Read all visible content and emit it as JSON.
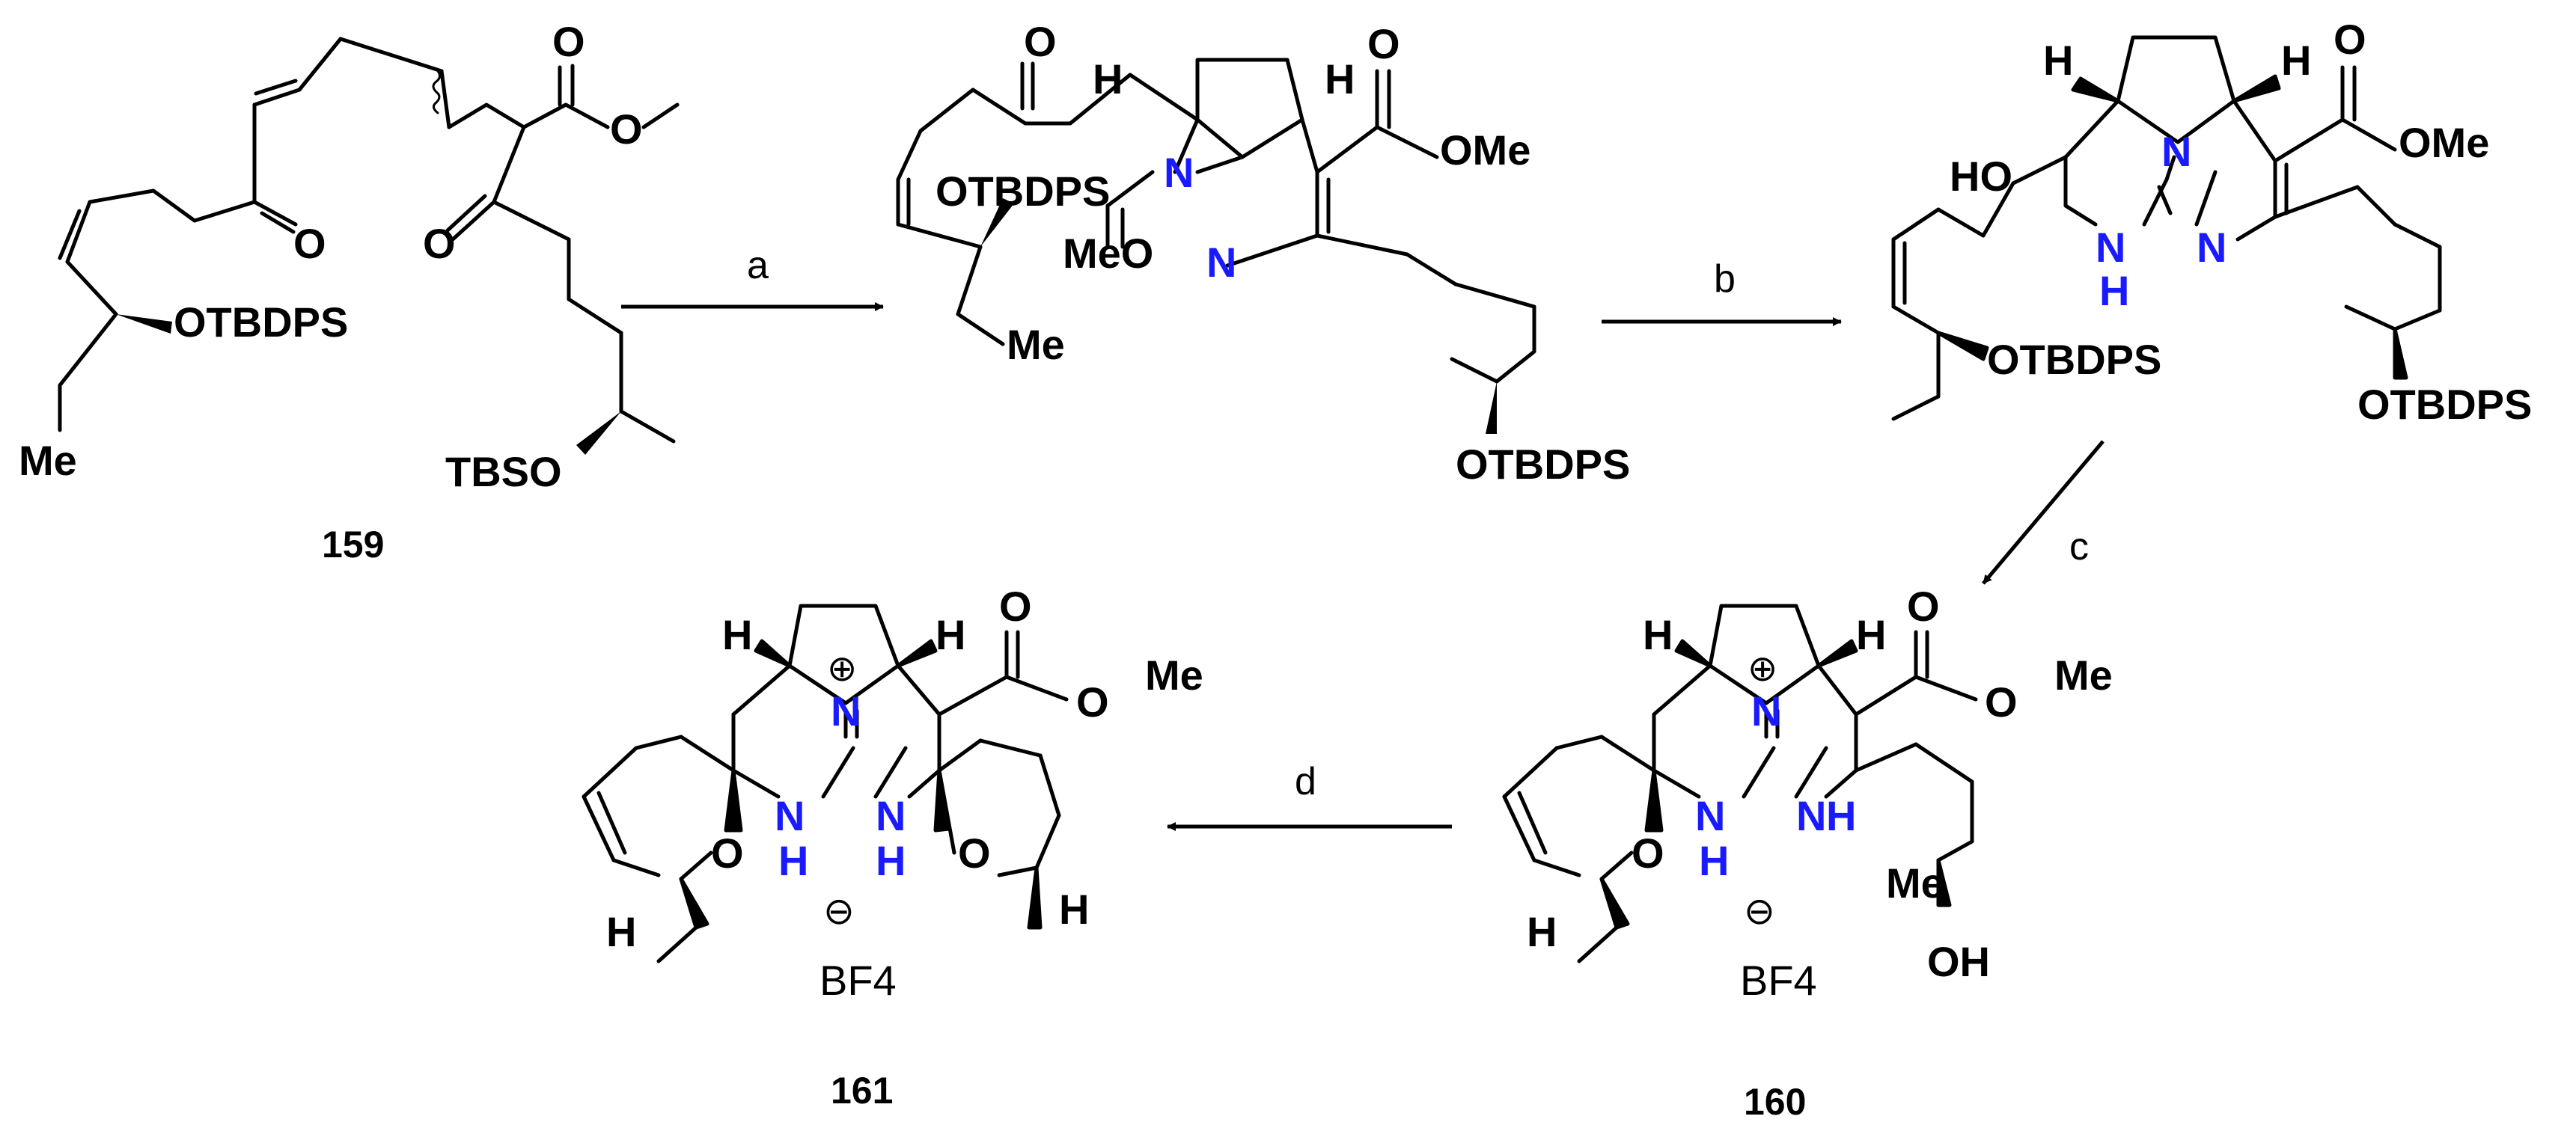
{
  "compounds": {
    "c159": {
      "number": "159",
      "labels": {
        "o_ester_carbonyl": "O",
        "o_ester_ether": "O",
        "o_enone": "O",
        "o_ketone": "O",
        "otbdps": "OTBDPS",
        "tbso": "TBSO",
        "me": "Me"
      }
    },
    "intA": {
      "labels": {
        "o_ketone": "O",
        "h_left": "H",
        "h_right": "H",
        "n_ring": "N",
        "o_ester": "O",
        "ome_ester": "OMe",
        "otbdps_top": "OTBDPS",
        "meo": "MeO",
        "n_imine": "N",
        "me": "Me",
        "otbdps_bottom": "OTBDPS"
      }
    },
    "intB": {
      "labels": {
        "h_left": "H",
        "h_right": "H",
        "n_ring": "N",
        "o_ester": "O",
        "ome_ester": "OMe",
        "ho": "HO",
        "nh_n": "N",
        "nh_h": "H",
        "n_imine": "N",
        "otbdps_left": "OTBDPS",
        "otbdps_right": "OTBDPS"
      }
    },
    "c160": {
      "number": "160",
      "labels": {
        "h_left": "H",
        "h_right": "H",
        "plus": "⊕",
        "n_ring": "N",
        "o_carbonyl": "O",
        "o_ether": "O",
        "me_ester": "Me",
        "nh1_n": "N",
        "nh1_h": "H",
        "nh2": "N",
        "nh2_h": "H",
        "o_ring": "O",
        "counterion_charge": "⊖",
        "counterion": "BF4",
        "h_stereo": "H",
        "me_side": "Me",
        "oh": "OH"
      }
    },
    "c161": {
      "number": "161",
      "labels": {
        "h_left": "H",
        "h_right": "H",
        "plus": "⊕",
        "n_ring": "N",
        "o_carbonyl": "O",
        "o_ether": "O",
        "me_ester": "Me",
        "nh1_n": "N",
        "nh1_h": "H",
        "nh2_n": "N",
        "nh2_h": "H",
        "o_ring_left": "O",
        "o_ring_right": "O",
        "counterion_charge": "⊖",
        "counterion": "BF4",
        "h_stereo_left": "H",
        "h_stereo_right": "H"
      }
    }
  },
  "steps": [
    {
      "id": "a",
      "label": "a"
    },
    {
      "id": "b",
      "label": "b"
    },
    {
      "id": "c",
      "label": "c"
    },
    {
      "id": "d",
      "label": "d"
    }
  ]
}
